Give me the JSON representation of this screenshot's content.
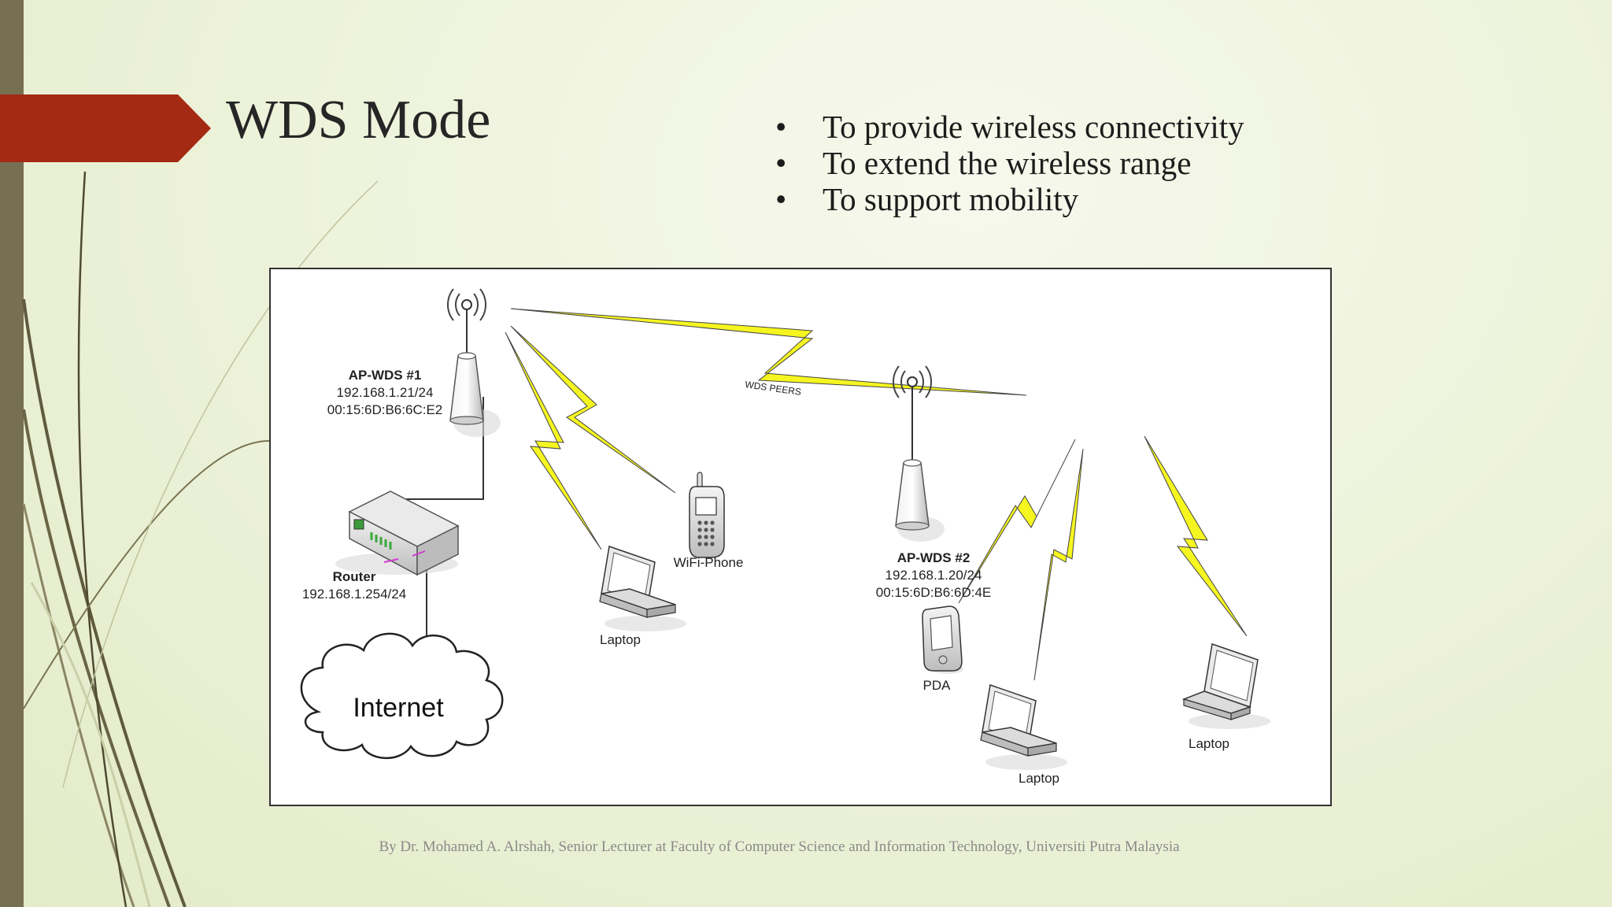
{
  "slide": {
    "title": "WDS Mode",
    "bullets": [
      "To provide wireless connectivity",
      "To extend the wireless range",
      "To support mobility"
    ],
    "bullet_symbol": "•",
    "footer": "By Dr. Mohamed A. Alrshah, Senior Lecturer at Faculty of Computer Science and Information Technology, Universiti Putra Malaysia",
    "colors": {
      "accent_arrow": "#a52a14",
      "left_bar": "#776f52",
      "lightning": "#f5f520"
    }
  },
  "diagram": {
    "ap1": {
      "name": "AP-WDS #1",
      "ip": "192.168.1.21/24",
      "mac": "00:15:6D:B6:6C:E2"
    },
    "ap2": {
      "name": "AP-WDS #2",
      "ip": "192.168.1.20/24",
      "mac": "00:15:6D:B6:6D:4E"
    },
    "router": {
      "name": "Router",
      "ip": "192.168.1.254/24"
    },
    "internet": "Internet",
    "wds_link": "WDS PEERS",
    "wifi_phone": "WiFi-Phone",
    "laptop": "Laptop",
    "pda": "PDA"
  }
}
